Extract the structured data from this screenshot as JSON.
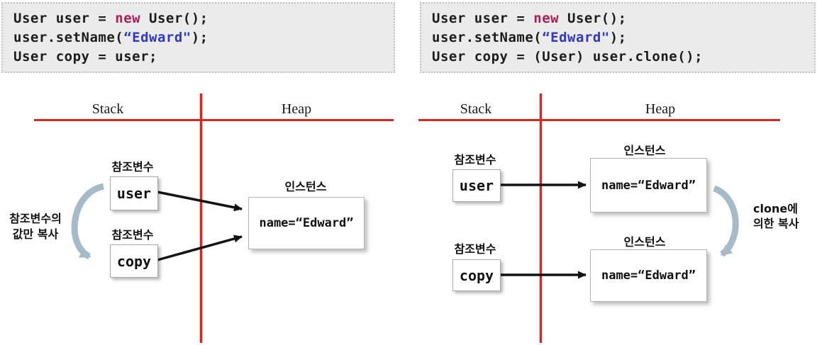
{
  "colors": {
    "accent_red": "#d7281d",
    "keyword": "#a81e56",
    "string_blue": "#3038c8",
    "curve_blue": "#a5bbc8",
    "code_bg": "#ebebeb",
    "code_border": "#c4c4c4"
  },
  "left_panel": {
    "code": {
      "line1": {
        "a": "User user = ",
        "kw": "new",
        "b": " User();"
      },
      "line2": {
        "a": "user.setName(",
        "str": "“Edward\"",
        "b": ");"
      },
      "line3": "User copy = user;"
    },
    "diagram": {
      "stack_label": "Stack",
      "heap_label": "Heap",
      "ref_label_user": "참조변수",
      "ref_label_copy": "참조변수",
      "user_box": "user",
      "copy_box": "copy",
      "instance_label": "인스턴스",
      "instance_value": "name=“Edward”",
      "note_line1": "참조변수의",
      "note_line2": "값만 복사"
    }
  },
  "right_panel": {
    "code": {
      "line1": {
        "a": "User user = ",
        "kw": "new",
        "b": " User();"
      },
      "line2": {
        "a": "user.setName(",
        "str": "“Edward\"",
        "b": ");"
      },
      "line3": "User copy = (User) user.clone();"
    },
    "diagram": {
      "stack_label": "Stack",
      "heap_label": "Heap",
      "ref_label_user": "참조변수",
      "ref_label_copy": "참조변수",
      "user_box": "user",
      "copy_box": "copy",
      "instance1_label": "인스턴스",
      "instance1_value": "name=“Edward”",
      "instance2_label": "인스턴스",
      "instance2_value": "name=“Edward”",
      "note_line1": "clone에",
      "note_line2": "의한 복사"
    }
  }
}
